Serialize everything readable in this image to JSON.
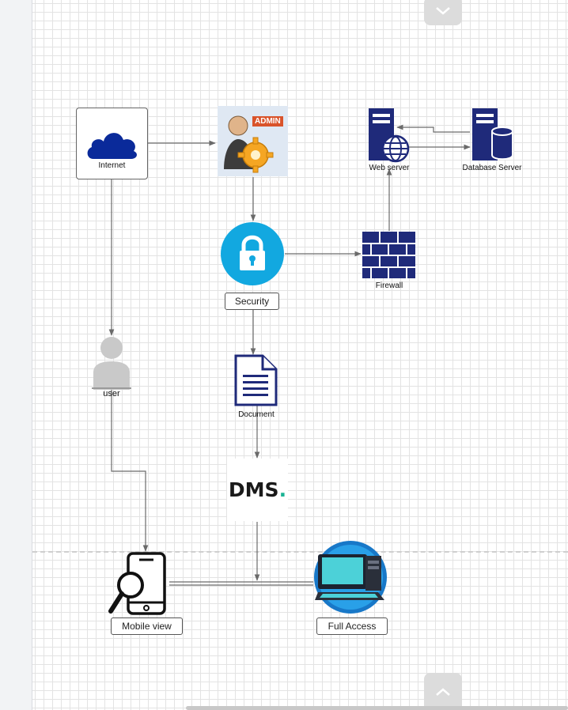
{
  "diagram": {
    "nodes": {
      "internet": {
        "label": "Internet",
        "icon": "cloud-icon"
      },
      "admin": {
        "label": "",
        "badge": "ADMIN",
        "icon": "admin-gear-icon"
      },
      "web_server": {
        "label": "Web server",
        "icon": "web-server-icon"
      },
      "database_server": {
        "label": "Database Server",
        "icon": "database-server-icon"
      },
      "security": {
        "label": "Security",
        "icon": "padlock-icon"
      },
      "firewall": {
        "label": "Firewall",
        "icon": "firewall-icon"
      },
      "user": {
        "label": "user",
        "icon": "user-icon"
      },
      "document": {
        "label": "Document",
        "icon": "document-icon"
      },
      "dms": {
        "logo_text": "DMS",
        "logo_dot": ".",
        "icon": "dms-logo"
      },
      "mobile_view": {
        "label": "Mobile view",
        "icon": "mobile-search-icon"
      },
      "full_access": {
        "label": "Full Access",
        "icon": "desktop-computer-icon"
      }
    },
    "edges": [
      {
        "from": "internet",
        "to": "admin"
      },
      {
        "from": "internet",
        "to": "user"
      },
      {
        "from": "admin",
        "to": "security"
      },
      {
        "from": "security",
        "to": "firewall"
      },
      {
        "from": "firewall",
        "to": "web_server"
      },
      {
        "from": "database_server",
        "to": "web_server"
      },
      {
        "from": "web_server",
        "to": "database_server"
      },
      {
        "from": "security",
        "to": "document"
      },
      {
        "from": "document",
        "to": "dms"
      },
      {
        "from": "dms",
        "to": "mobile_view"
      },
      {
        "from": "user",
        "to": "mobile_view"
      },
      {
        "from": "mobile_view",
        "to": "full_access"
      }
    ]
  },
  "controls": {
    "scroll_up": {
      "icon": "chevron-down-icon"
    },
    "scroll_down": {
      "icon": "chevron-up-icon"
    }
  },
  "colors": {
    "navy": "#1f2a7a",
    "cloud_blue": "#0a2a9a",
    "lock_blue": "#12a8e0",
    "edge": "#6a6a6a",
    "admin_badge": "#d9532a",
    "dms_dot": "#1bb394"
  }
}
